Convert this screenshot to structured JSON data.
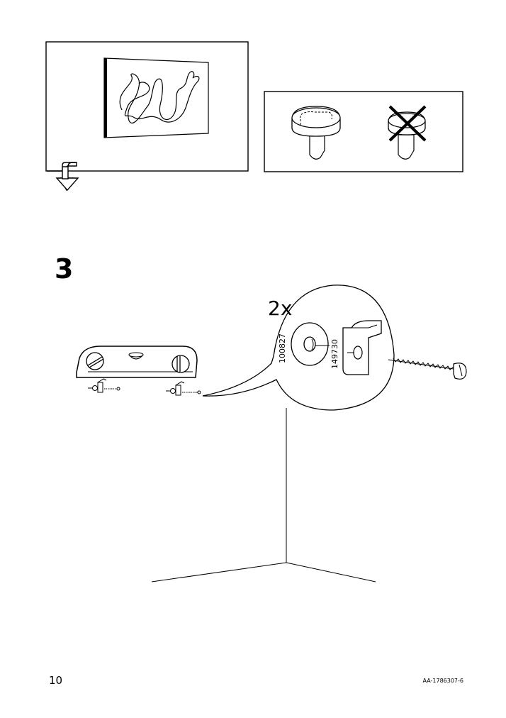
{
  "step": {
    "number": "3",
    "quantity": "2x"
  },
  "parts": [
    {
      "id": "washer",
      "number": "100827"
    },
    {
      "id": "bracket",
      "number": "149730"
    }
  ],
  "footer": {
    "page_number": "10",
    "document_code": "AA-1786307-6"
  },
  "icons": {
    "hint": "fold-down-arrow-icon",
    "correct": "screw-head-correct-icon",
    "wrong": "screw-head-wrong-icon"
  }
}
